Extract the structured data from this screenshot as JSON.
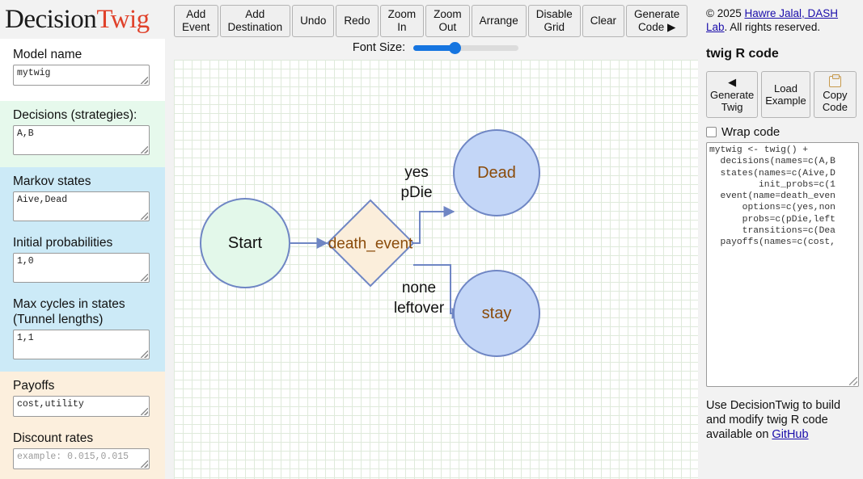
{
  "brand": {
    "part1": "Decision",
    "part2": "Twig"
  },
  "toolbar": {
    "buttons": [
      {
        "name": "add-event-button",
        "label": "Add\nEvent"
      },
      {
        "name": "add-destination-button",
        "label": "Add\nDestination"
      },
      {
        "name": "undo-button",
        "label": "Undo"
      },
      {
        "name": "redo-button",
        "label": "Redo"
      },
      {
        "name": "zoom-in-button",
        "label": "Zoom\nIn"
      },
      {
        "name": "zoom-out-button",
        "label": "Zoom\nOut"
      },
      {
        "name": "arrange-button",
        "label": "Arrange"
      },
      {
        "name": "disable-grid-button",
        "label": "Disable\nGrid"
      },
      {
        "name": "clear-button",
        "label": "Clear"
      },
      {
        "name": "generate-code-button",
        "label": "Generate\nCode ▶"
      }
    ]
  },
  "font_size": {
    "label": "Font Size:",
    "percent": 38
  },
  "sidebar": {
    "fields": [
      {
        "name": "model-name",
        "label": "Model name",
        "value": "mytwig",
        "placeholder": ""
      },
      {
        "name": "decisions",
        "label": "Decisions (strategies):",
        "value": "A,B",
        "placeholder": ""
      },
      {
        "name": "markov-states",
        "label": "Markov states",
        "value": "Aive,Dead",
        "placeholder": ""
      },
      {
        "name": "initial-probabilities",
        "label": "Initial probabilities",
        "value": "1,0",
        "placeholder": ""
      },
      {
        "name": "max-cycles",
        "label": "Max cycles in states (Tunnel lengths)",
        "value": "1,1",
        "placeholder": ""
      },
      {
        "name": "payoffs",
        "label": "Payoffs",
        "value": "cost,utility",
        "placeholder": ""
      },
      {
        "name": "discount-rates",
        "label": "Discount rates",
        "value": "",
        "placeholder": "example: 0.015,0.015"
      }
    ]
  },
  "diagram": {
    "nodes": [
      {
        "id": "start",
        "label": "Start",
        "shape": "circle",
        "fill": "#e3f8ea",
        "stroke": "#6f86c4",
        "text_color": "#111111"
      },
      {
        "id": "death_event",
        "label": "death_event",
        "shape": "diamond",
        "fill": "#fbeedb",
        "stroke": "#6f86c4",
        "text_color": "#8a4b0a"
      },
      {
        "id": "dead",
        "label": "Dead",
        "shape": "circle",
        "fill": "#c3d6f7",
        "stroke": "#6f86c4",
        "text_color": "#8a4b0a"
      },
      {
        "id": "stay",
        "label": "stay",
        "shape": "circle",
        "fill": "#c3d6f7",
        "stroke": "#6f86c4",
        "text_color": "#8a4b0a"
      }
    ],
    "edges": [
      {
        "from": "start",
        "to": "death_event",
        "labels": []
      },
      {
        "from": "death_event",
        "to": "dead",
        "labels": [
          "yes",
          "pDie"
        ]
      },
      {
        "from": "death_event",
        "to": "stay",
        "labels": [
          "none",
          "leftover"
        ]
      }
    ],
    "edge_color": "#6f86c4"
  },
  "right": {
    "copyright_prefix": "© 2025 ",
    "copyright_link": "Hawre Jalal, DASH Lab",
    "copyright_suffix": ". All rights reserved.",
    "title": "twig R code",
    "buttons": [
      {
        "name": "generate-twig-button",
        "glyph": "◀",
        "label": "Generate\nTwig"
      },
      {
        "name": "load-example-button",
        "glyph": "",
        "label": "Load\nExample"
      },
      {
        "name": "copy-code-button",
        "glyph": "📋",
        "label": "Copy\nCode"
      }
    ],
    "wrap_code_label": "Wrap code",
    "wrap_code_checked": false,
    "code": "mytwig <- twig() +\n  decisions(names=c(A,B\n  states(names=c(Aive,D\n         init_probs=c(1\n  event(name=death_even\n      options=c(yes,non\n      probs=c(pDie,left\n      transitions=c(Dea\n  payoffs(names=c(cost,",
    "footnote_text": "Use DecisionTwig to build and modify twig R code available on ",
    "footnote_link": "GitHub"
  }
}
